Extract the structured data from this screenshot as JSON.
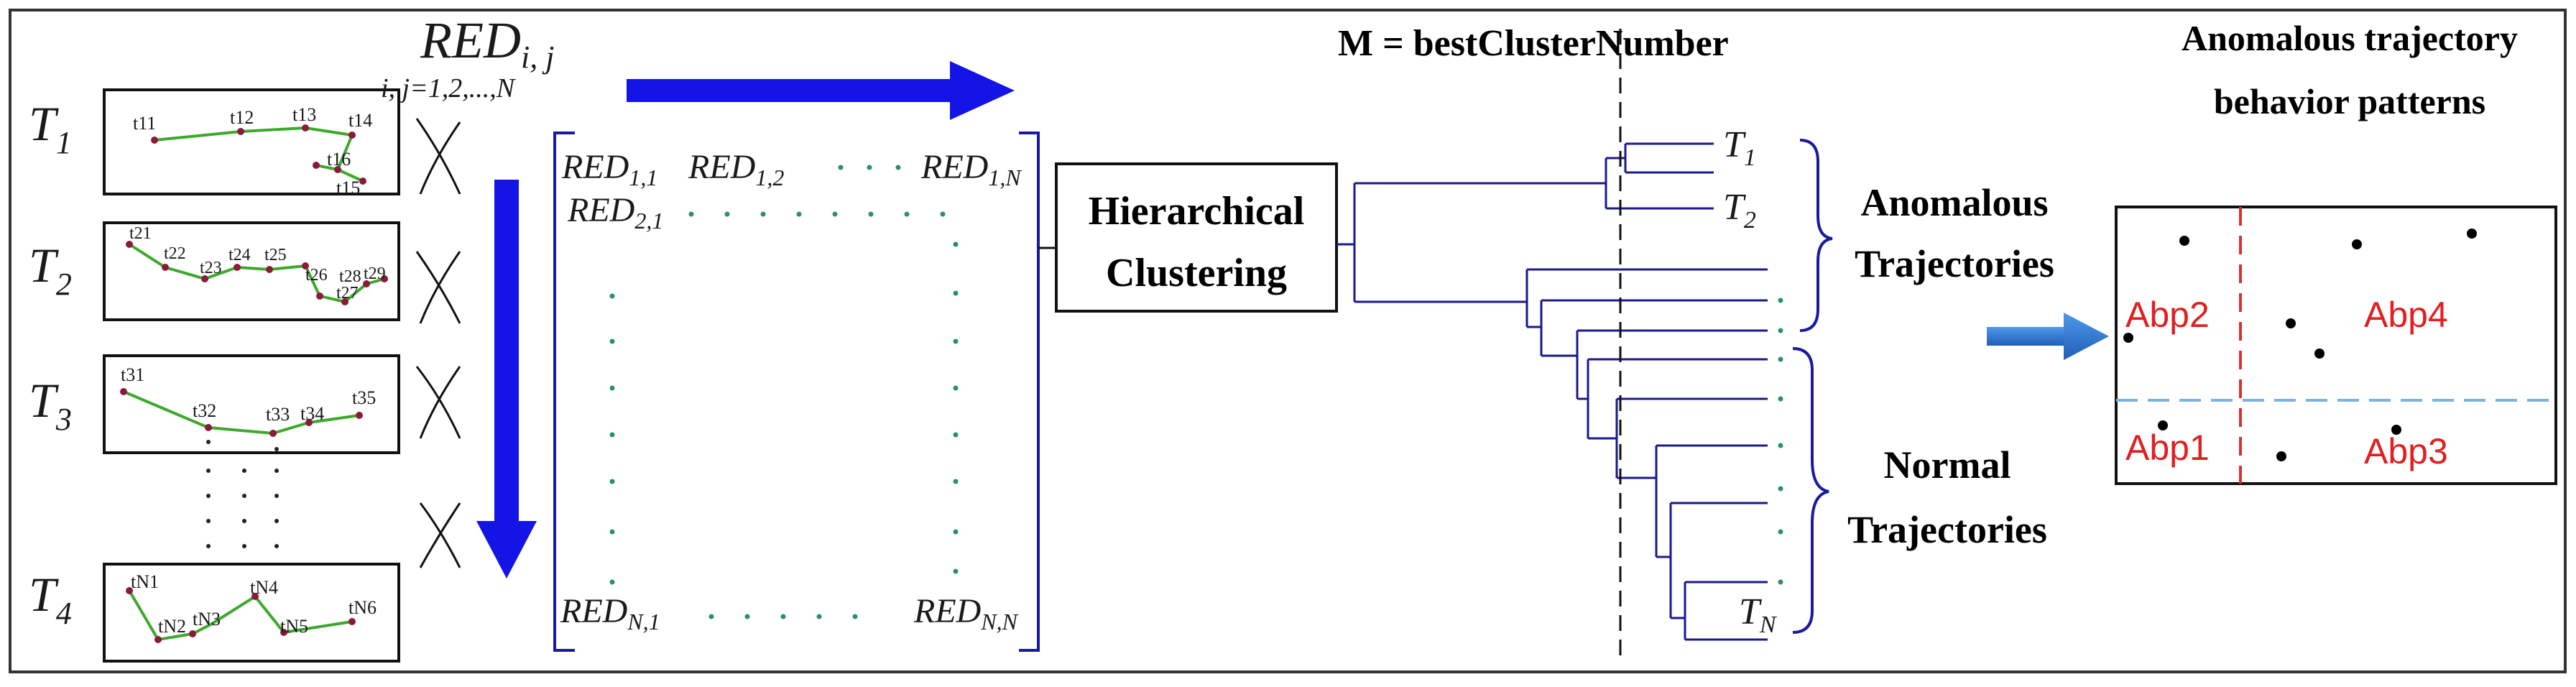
{
  "red_header": {
    "symbol": "RED",
    "sub": "i, j",
    "range": "i, j=1,2,...,N"
  },
  "trajectories": [
    {
      "label": "T",
      "sub": "1",
      "points": [
        "t11",
        "t12",
        "t13",
        "t14",
        "t16",
        "t15"
      ]
    },
    {
      "label": "T",
      "sub": "2",
      "points": [
        "t21",
        "t22",
        "t23",
        "t24",
        "t25",
        "t26",
        "t27",
        "t28",
        "t29"
      ]
    },
    {
      "label": "T",
      "sub": "3",
      "points": [
        "t31",
        "t32",
        "t33",
        "t34",
        "t35"
      ]
    },
    {
      "label": "T",
      "sub": "4",
      "points": [
        "tN1",
        "tN2",
        "tN3",
        "tN4",
        "tN5",
        "tN6"
      ]
    }
  ],
  "matrix": {
    "e11": {
      "base": "RED",
      "sub": "1,1"
    },
    "e12": {
      "base": "RED",
      "sub": "1,2"
    },
    "e1N": {
      "base": "RED",
      "sub": "1,N"
    },
    "e21": {
      "base": "RED",
      "sub": "2,1"
    },
    "eN1": {
      "base": "RED",
      "sub": "N,1"
    },
    "eNN": {
      "base": "RED",
      "sub": "N,N"
    }
  },
  "clustering_box": {
    "line1": "Hierarchical",
    "line2": "Clustering"
  },
  "cut_label": "M = bestClusterNumber",
  "leaves": {
    "t1": {
      "base": "T",
      "sub": "1"
    },
    "t2": {
      "base": "T",
      "sub": "2"
    },
    "tn": {
      "base": "T",
      "sub": "N"
    }
  },
  "groups": {
    "anomalous": {
      "line1": "Anomalous",
      "line2": "Trajectories"
    },
    "normal": {
      "line1": "Normal",
      "line2": "Trajectories"
    }
  },
  "patterns": {
    "title_line1": "Anomalous trajectory",
    "title_line2": "behavior patterns",
    "regions": [
      "Abp1",
      "Abp2",
      "Abp3",
      "Abp4"
    ]
  },
  "colors": {
    "arrow": "#1414e6",
    "dendrogram": "#1a1a8c",
    "trajectory_line": "#3ea82e",
    "matrix_bracket": "#1a1aa0",
    "abp_text": "#e02020",
    "red_dashed": "#d83030",
    "blue_dashed": "#7fb2e0",
    "side_arrow": "#2a6fd0"
  }
}
